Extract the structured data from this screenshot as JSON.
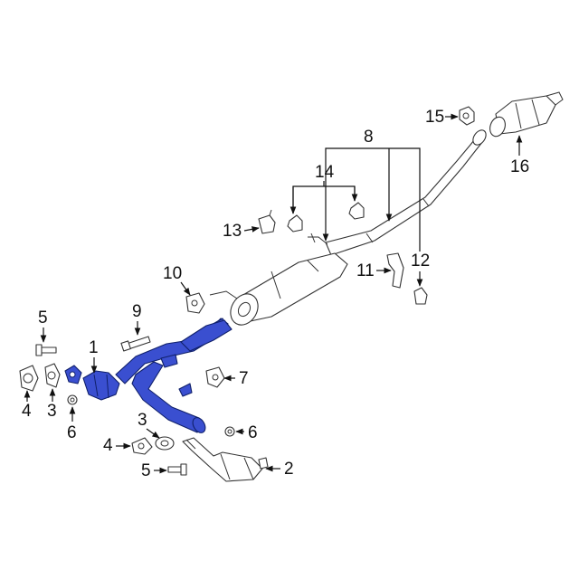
{
  "highlight_color": "#3a4fd0",
  "callouts": {
    "c1": "1",
    "c2": "2",
    "c3a": "3",
    "c3b": "3",
    "c4a": "4",
    "c4b": "4",
    "c5a": "5",
    "c5b": "5",
    "c6a": "6",
    "c6b": "6",
    "c7": "7",
    "c8": "8",
    "c9": "9",
    "c10": "10",
    "c11": "11",
    "c12": "12",
    "c13": "13",
    "c14": "14",
    "c15": "15",
    "c16": "16"
  }
}
